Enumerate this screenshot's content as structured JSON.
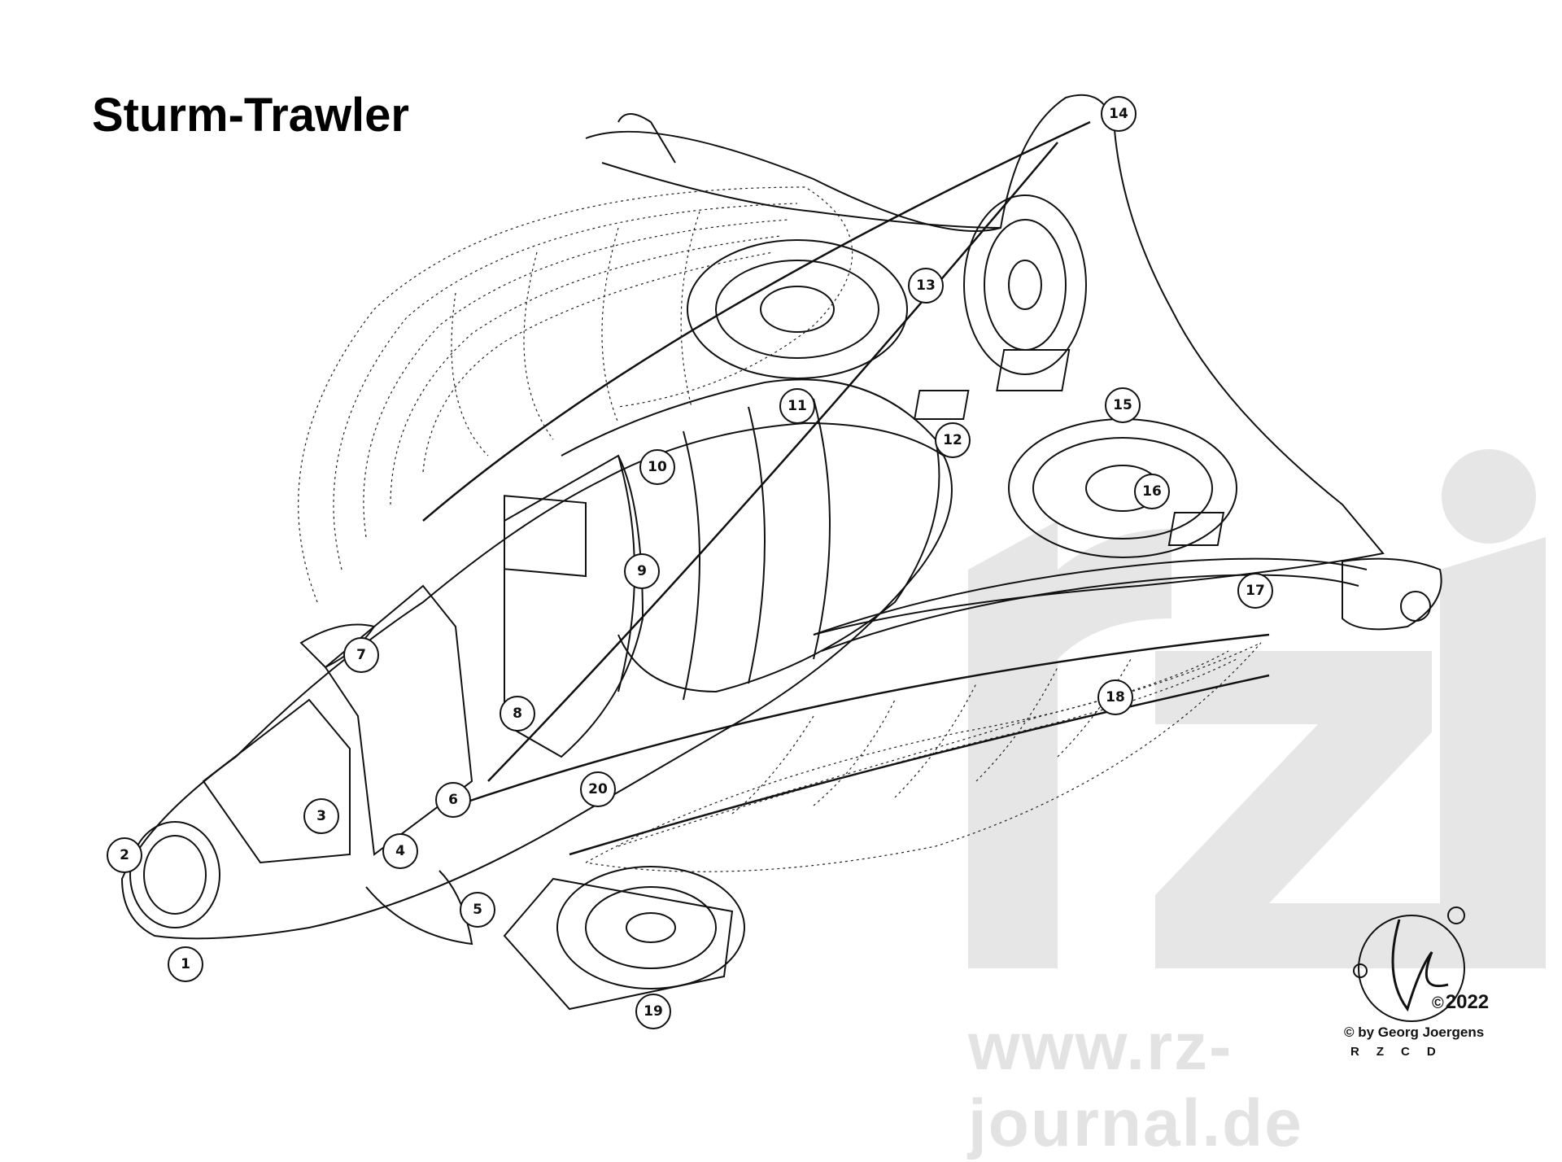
{
  "title": "Sturm-Trawler",
  "callouts": [
    {
      "id": "1",
      "label": "1"
    },
    {
      "id": "2",
      "label": "2"
    },
    {
      "id": "3",
      "label": "3"
    },
    {
      "id": "4",
      "label": "4"
    },
    {
      "id": "5",
      "label": "5"
    },
    {
      "id": "6",
      "label": "6"
    },
    {
      "id": "7",
      "label": "7"
    },
    {
      "id": "8",
      "label": "8"
    },
    {
      "id": "9",
      "label": "9"
    },
    {
      "id": "10",
      "label": "10"
    },
    {
      "id": "11",
      "label": "11"
    },
    {
      "id": "12",
      "label": "12"
    },
    {
      "id": "13",
      "label": "13"
    },
    {
      "id": "14",
      "label": "14"
    },
    {
      "id": "15",
      "label": "15"
    },
    {
      "id": "16",
      "label": "16"
    },
    {
      "id": "17",
      "label": "17"
    },
    {
      "id": "18",
      "label": "18"
    },
    {
      "id": "19",
      "label": "19"
    },
    {
      "id": "20",
      "label": "20"
    }
  ],
  "watermark": {
    "url": "www.rz-journal.de",
    "logo": "rz-logo-watermark"
  },
  "signature": {
    "year": "2022",
    "copyright_symbol": "©",
    "credit": "© by Georg Joergens",
    "initials": "RZCD"
  },
  "colors": {
    "ink": "#111111",
    "watermark": "#e3e3e3",
    "background": "#ffffff"
  }
}
